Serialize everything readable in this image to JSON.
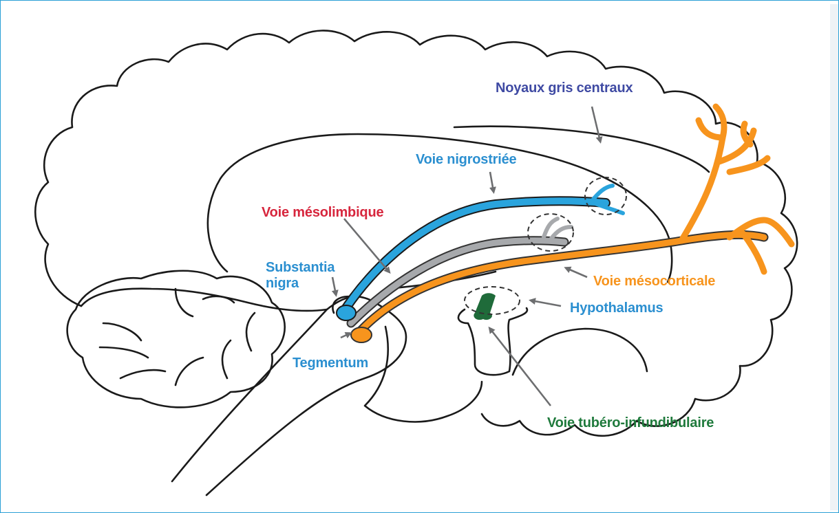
{
  "labels": {
    "noyaux": {
      "text": "Noyaux gris centraux",
      "color": "#3f4aa3"
    },
    "nigrostriee": {
      "text": "Voie nigrostriée",
      "color": "#2b8fd0"
    },
    "mesolimbique": {
      "text": "Voie mésolimbique",
      "color": "#d7263d"
    },
    "substantia": {
      "text": "Substantia\nnigra",
      "color": "#2b8fd0"
    },
    "tegmentum": {
      "text": "Tegmentum",
      "color": "#2b8fd0"
    },
    "mesocorticale": {
      "text": "Voie mésocorticale",
      "color": "#f7941d"
    },
    "hypothalamus": {
      "text": "Hypothalamus",
      "color": "#2b8fd0"
    },
    "tubero": {
      "text": "Voie tubéro-infundibulaire",
      "color": "#1f7a3c"
    }
  },
  "colors": {
    "nigrostriee": "#2aa4dd",
    "mesolimbique": "#a7a9ac",
    "mesocorticale": "#f7941d",
    "tubero": "#1f6b3a",
    "arrow": "#6d6e70",
    "outline": "#1a1a1a"
  }
}
